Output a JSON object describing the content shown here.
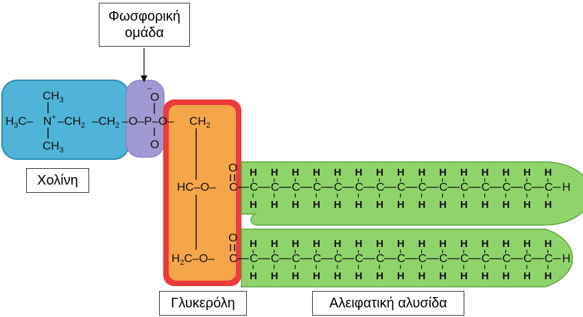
{
  "labels": {
    "phosphate_line1": "Φωσφορική",
    "phosphate_line2": "ομάδα",
    "choline": "Χολίνη",
    "glycerol": "Γλυκερόλη",
    "fatty_chain": "Αλειφατική αλυσίδα"
  },
  "choline_group": {
    "methyl_top": "CH",
    "methyl_top_sub": "3",
    "left_methyl": "H",
    "left_methyl_sub": "3",
    "left_methyl_end": "C–",
    "nitrogen": "N",
    "nitrogen_charge": "+",
    "ch2_a": "–CH",
    "ch2_a_sub": "2",
    "ch2_b": "–CH",
    "ch2_b_sub": "2",
    "methyl_bottom": "CH",
    "methyl_bottom_sub": "3"
  },
  "phosphate_group": {
    "link": "–O–P–O–",
    "oxygen_top": "O",
    "oxygen_bottom": "O",
    "charge": "–"
  },
  "glycerol_group": {
    "top": "CH",
    "top_sub": "2",
    "middle": "HC–O–",
    "bottom": "H",
    "bottom_sub": "2",
    "bottom_end": "C–O–"
  },
  "ester": {
    "carbon": "C",
    "oxygen": "O"
  },
  "chain": {
    "carbon_count": 15,
    "carbon_symbol": "C",
    "hydrogen_symbol": "H"
  },
  "colors": {
    "choline_fill": "#4fb4d8",
    "choline_edge": "#2a8bb5",
    "phosphate_fill": "#9f9ad1",
    "glycerol_fill": "#f5a64a",
    "glycerol_edge": "#ee3b3b",
    "chain_fill": "#8fd46a",
    "chain_edge": "#5aa83c"
  }
}
